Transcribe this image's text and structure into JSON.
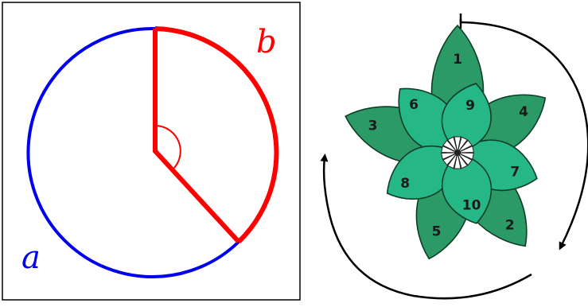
{
  "left_panel": {
    "label_a": "a",
    "label_b": "b",
    "colors": {
      "arc_a": "#0000ee",
      "arc_b": "#ff0000",
      "frame": "#000000"
    }
  },
  "right_panel": {
    "petal_numbers": [
      "1",
      "2",
      "3",
      "4",
      "5",
      "6",
      "7",
      "8",
      "9",
      "10"
    ],
    "colors": {
      "outer_petals": "#2b9a66",
      "inner_petals": "#26b787",
      "outline": "#0d3d26",
      "arrows": "#000000"
    }
  }
}
